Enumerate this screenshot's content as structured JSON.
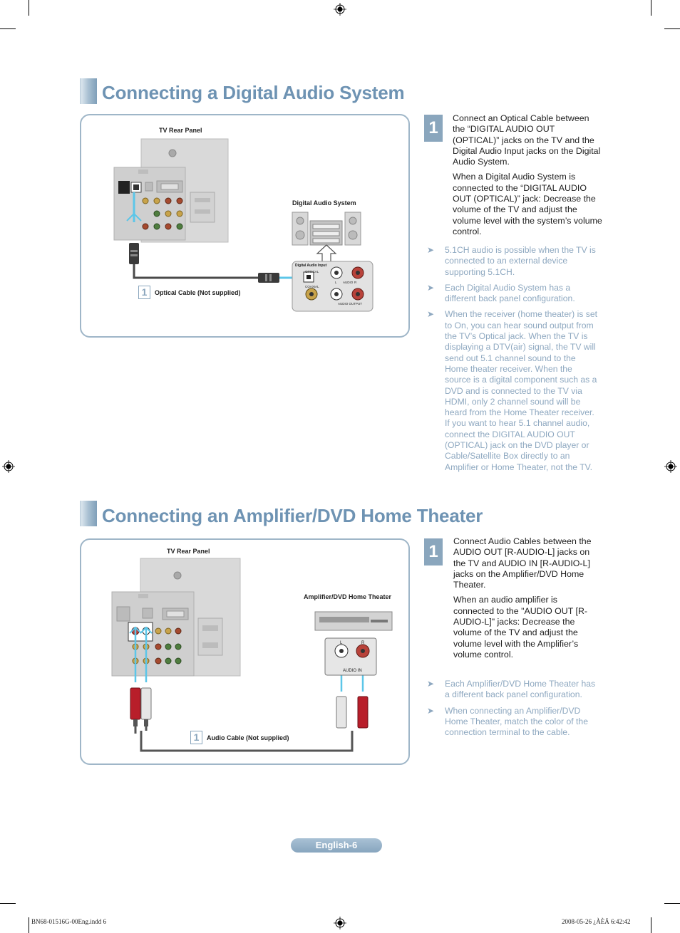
{
  "section1": {
    "title": "Connecting a Digital Audio System",
    "diagram": {
      "tv_label": "TV Rear Panel",
      "device_label": "Digital Audio System",
      "cable_number": "1",
      "cable_label": "Optical Cable (Not supplied)",
      "jack_label_top": "Digital Audio Input",
      "jack_optical": "OPTICAL",
      "jack_coaxial": "COAXIAL",
      "jack_audio": "AUDIO",
      "jack_l": "L",
      "jack_r": "R",
      "jack_output": "AUDIO OUTPUT"
    },
    "step": {
      "number": "1",
      "para1": "Connect an Optical Cable between the “DIGITAL AUDIO OUT (OPTICAL)” jacks on the TV and the Digital Audio Input jacks on the Digital Audio System.",
      "para2": "When a Digital Audio System is connected to the “DIGITAL AUDIO OUT (OPTICAL)” jack: Decrease the volume of the TV and adjust the volume level with the system’s volume control."
    },
    "notes": [
      "5.1CH audio is possible when the TV is connected to an external device supporting 5.1CH.",
      "Each Digital Audio System has a different back panel configuration.",
      "When the receiver (home theater) is set to On, you can hear sound output from the TV’s Optical jack. When the TV is displaying a DTV(air) signal, the TV will send out 5.1 channel sound to the Home theater receiver. When the source is a digital component such as a DVD and is connected to the TV via HDMI, only 2 channel sound will be heard from the Home Theater receiver. If you want to hear 5.1 channel audio, connect the DIGITAL AUDIO OUT (OPTICAL) jack on the DVD player or Cable/Satellite Box directly to an Amplifier or Home Theater, not the TV."
    ]
  },
  "section2": {
    "title": "Connecting an Amplifier/DVD Home Theater",
    "diagram": {
      "tv_label": "TV Rear Panel",
      "device_label": "Amplifier/DVD Home Theater",
      "cable_number": "1",
      "cable_label": "Audio Cable (Not supplied)",
      "jack_l": "L",
      "jack_r": "R",
      "jack_audio_in": "AUDIO IN"
    },
    "step": {
      "number": "1",
      "para1": "Connect Audio Cables between the AUDIO OUT [R-AUDIO-L] jacks on the TV and AUDIO IN [R-AUDIO-L] jacks on the Amplifier/DVD Home Theater.",
      "para2": "When an audio amplifier is connected to the \"AUDIO OUT [R-AUDIO-L]\" jacks: Decrease the volume of the TV and adjust the volume level with the Amplifier’s volume control."
    },
    "notes": [
      "Each Amplifier/DVD Home Theater has a different back panel configuration.",
      "When connecting an Amplifier/DVD Home Theater, match the color of the connection terminal to the cable."
    ]
  },
  "footer": {
    "page_label": "English-6",
    "slug_left": "BN68-01516G-00Eng.indd   6",
    "slug_right": "2008-05-26   ¿ÀÈÄ 6:42:42"
  },
  "colors": {
    "accent": "#6e93b3",
    "note_text": "#8ea8c0",
    "panel_border": "#9fb6c8",
    "cable_blue": "#5cc6e8",
    "plug_red": "#b81e2a"
  }
}
